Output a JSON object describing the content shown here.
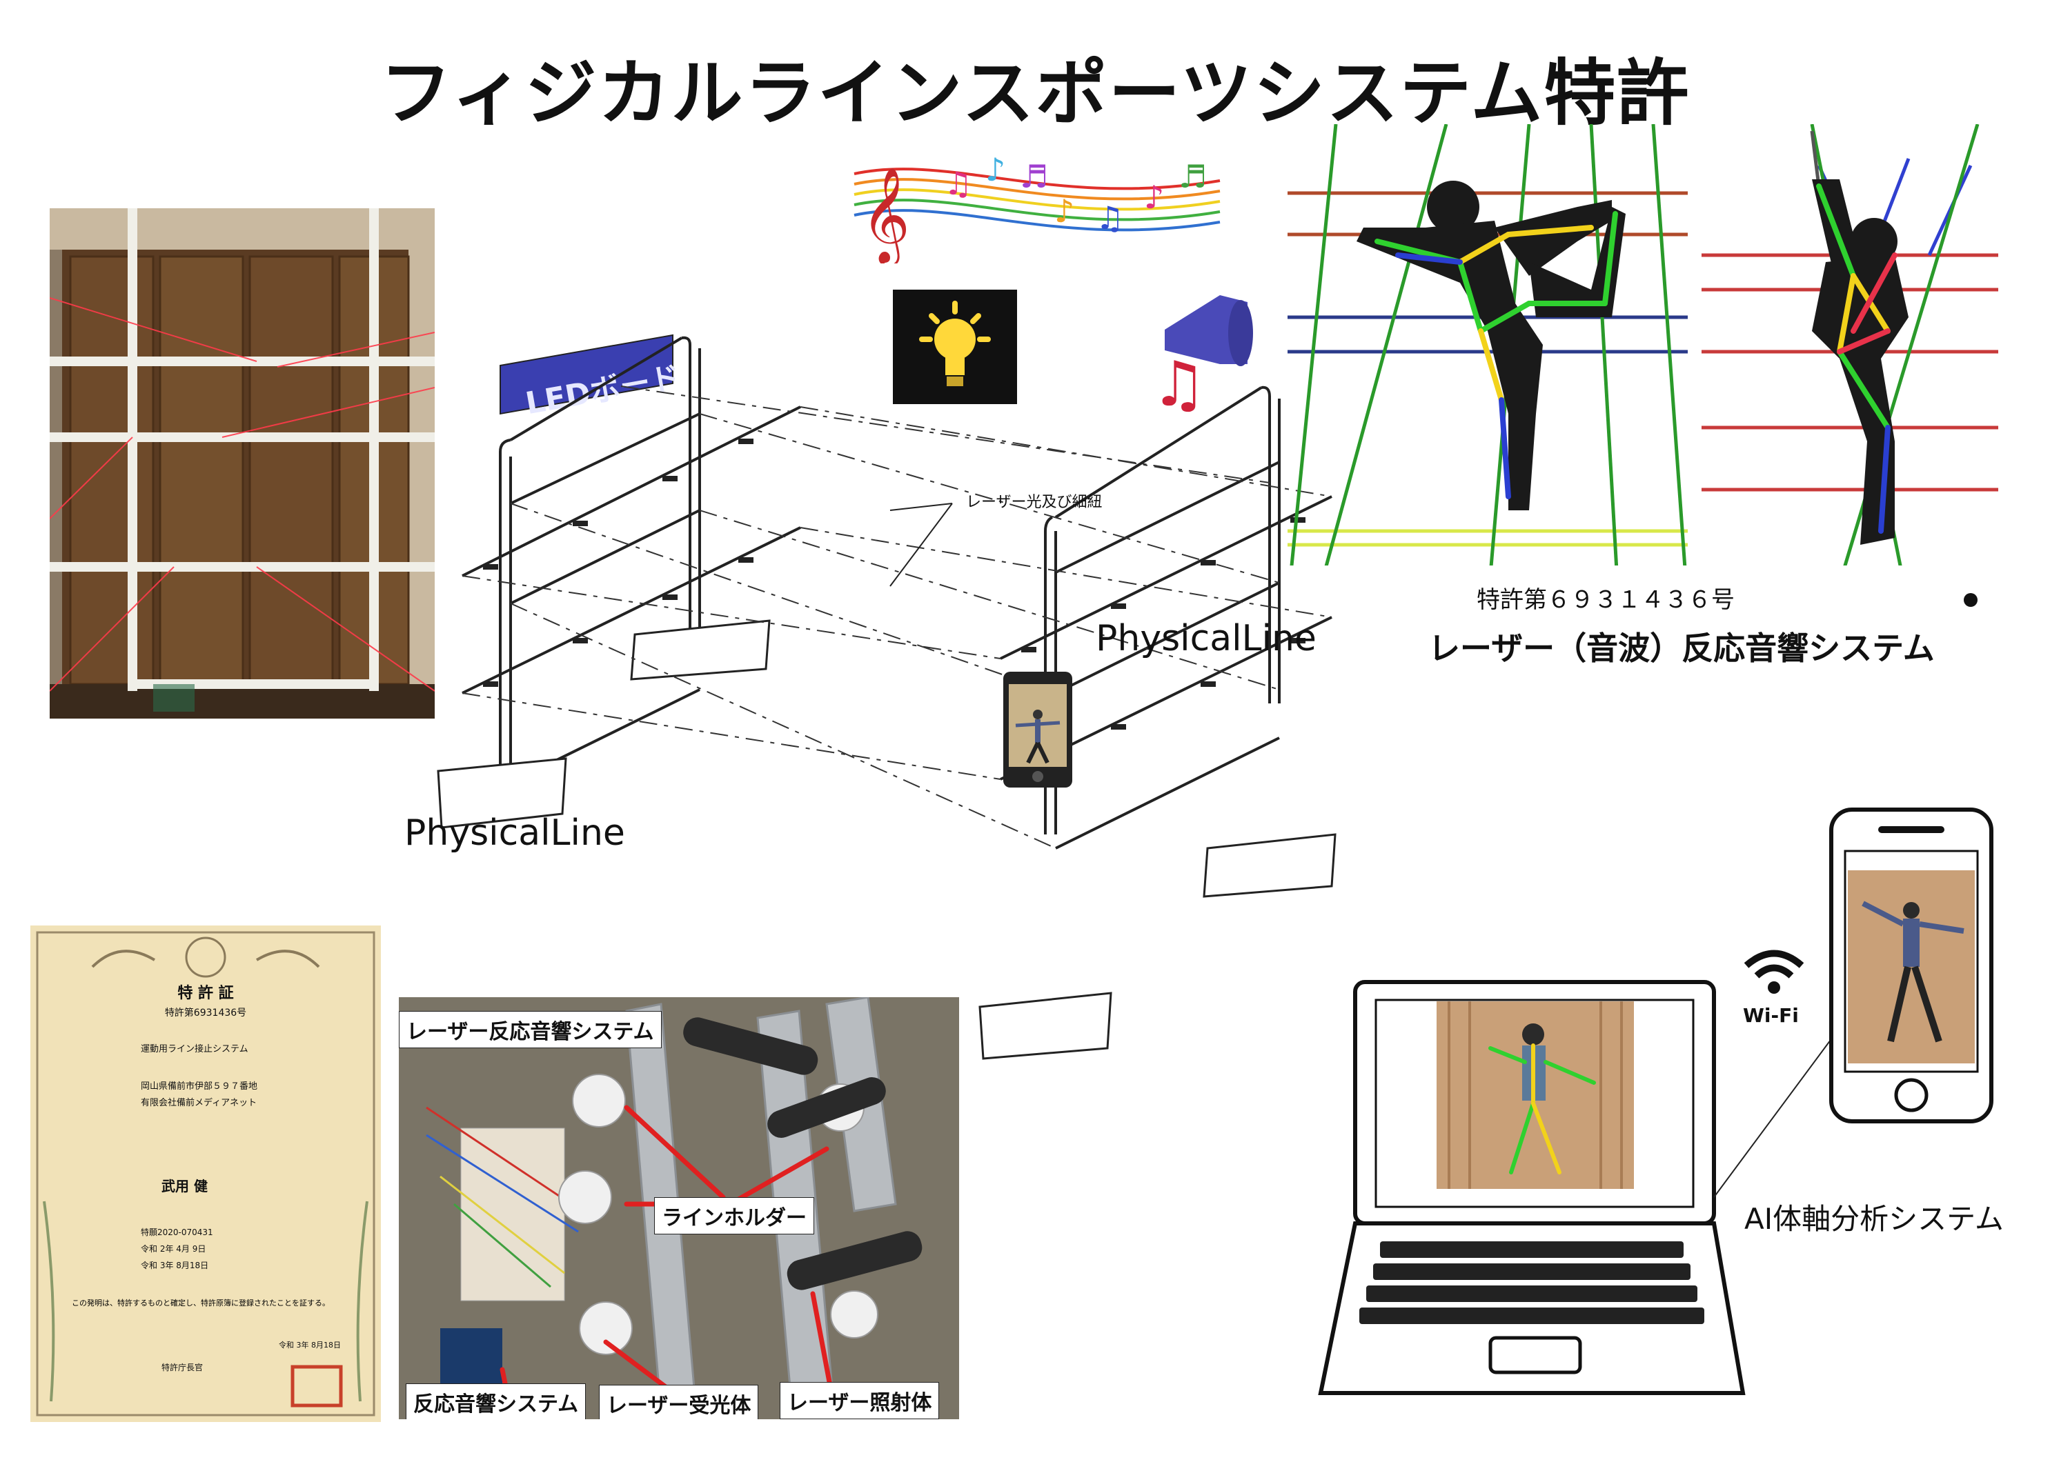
{
  "title": "フィジカルラインスポーツシステム特許",
  "frame_labels": {
    "left": "PhysicalLine",
    "right": "PhysicalLine"
  },
  "led_board": "LEDボード",
  "laser_label": "レーザー光及び細紐",
  "patent": {
    "number_line": "特許第６９３１４３６号",
    "caption": "レーザー（音波）反応音響システム"
  },
  "certificate": {
    "heading": "特 許 証",
    "number": "特許第6931436号",
    "invention_name": "運動用ライン接止システム",
    "holder_address": "岡山県備前市伊部５９７番地",
    "holder_company": "有限会社備前メディアネット",
    "inventor": "武用 健",
    "application_no": "特願2020-070431",
    "filing_date": "令和 2年 4月 9日",
    "registration_date": "令和 3年 8月18日",
    "statement": "この発明は、特許するものと確定し、特許原簿に登録されたことを証する。",
    "date": "令和 3年 8月18日",
    "issuer": "特許庁長官"
  },
  "hardware_photo": {
    "tag_top": "レーザー反応音響システム",
    "tag_middle": "ラインホルダー",
    "tag_bottom_left": "反応音響システム",
    "tag_bottom_mid": "レーザー受光体",
    "tag_bottom_right": "レーザー照射体"
  },
  "wifi_label": "Wi-Fi",
  "ai_label": "AI体軸分析システム",
  "colors": {
    "laser_red": "#e8324a",
    "skeleton_green": "#2fd12f",
    "skeleton_yellow": "#f2d21b",
    "skeleton_blue": "#2a3fd1",
    "led_blue": "#3a3fb0",
    "bulb_bg": "#111111",
    "bulb_yellow": "#ffd83a",
    "speaker_blue": "#4a4ab8",
    "note_red": "#d0223a"
  }
}
